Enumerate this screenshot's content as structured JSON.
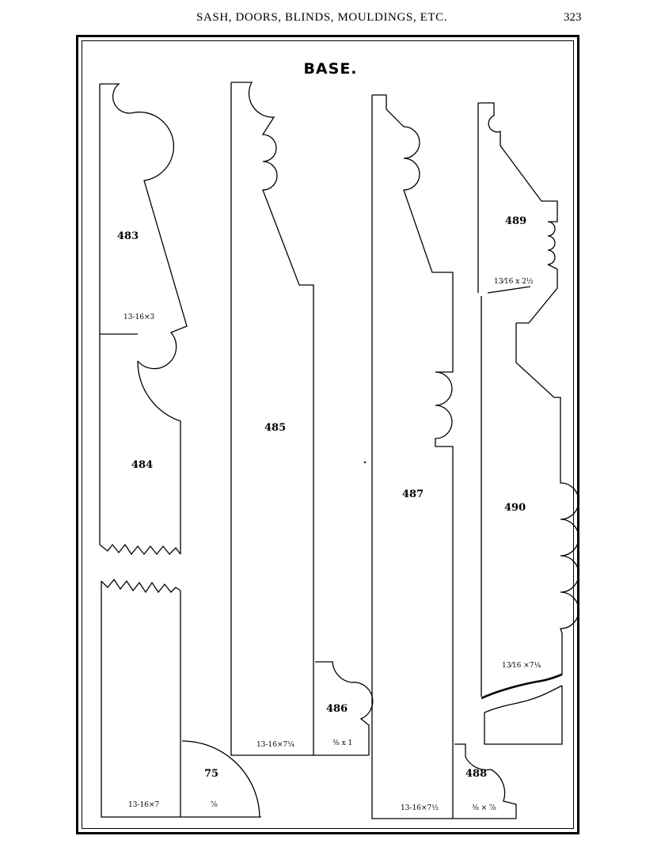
{
  "header": {
    "running_head": "SASH, DOORS, BLINDS, MOULDINGS, ETC.",
    "page_number": "323"
  },
  "plate": {
    "title": "BASE."
  },
  "profiles": [
    {
      "number": "483",
      "size": "13-16×3"
    },
    {
      "number": "484"
    },
    {
      "size": "13-16×7"
    },
    {
      "number": "75",
      "size": "⅞"
    },
    {
      "number": "485",
      "size": "13-16×7¼"
    },
    {
      "number": "486",
      "size": "⅜ x 1"
    },
    {
      "number": "487",
      "size": "13-16×7½"
    },
    {
      "number": "488",
      "size": "⅜ × ⅞"
    },
    {
      "number": "489",
      "size": "13⁄16 x 2½"
    },
    {
      "number": "490",
      "size": "13⁄16 ×7¼"
    }
  ]
}
